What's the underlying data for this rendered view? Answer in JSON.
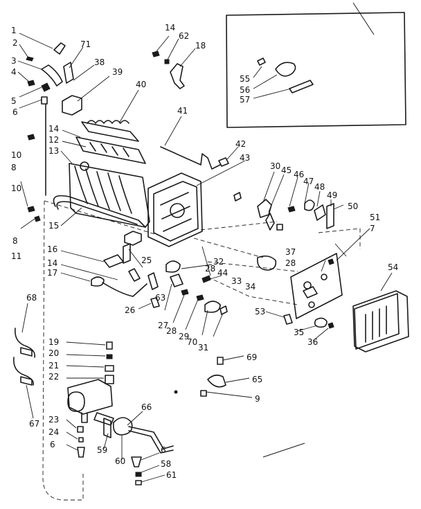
{
  "labels": [
    "1",
    "2",
    "3",
    "4",
    "5",
    "6",
    "71",
    "38",
    "39",
    "40",
    "41",
    "42",
    "14",
    "62",
    "18",
    "55",
    "56",
    "57",
    "10",
    "8",
    "12",
    "13",
    "43",
    "30",
    "45",
    "46",
    "47",
    "48",
    "49",
    "50",
    "51",
    "7",
    "10b",
    "8b",
    "15",
    "11",
    "16",
    "14b",
    "17",
    "25",
    "32",
    "28",
    "44",
    "33",
    "34",
    "37",
    "28b",
    "54",
    "53",
    "35",
    "36",
    "63",
    "26",
    "27",
    "28c",
    "29",
    "70",
    "31",
    "68",
    "67",
    "19",
    "20",
    "21",
    "22",
    "23",
    "24",
    "6b",
    "66",
    "59",
    "60",
    "6c",
    "58",
    "61",
    "69",
    "65",
    "9"
  ],
  "label_text": {
    "1": "1",
    "2": "2",
    "3": "3",
    "4": "4",
    "5": "5",
    "6": "6",
    "71": "71",
    "38": "38",
    "39": "39",
    "40": "40",
    "41": "41",
    "42": "42",
    "14": "14",
    "62": "62",
    "18": "18",
    "55": "55",
    "56": "56",
    "57": "57",
    "10": "10",
    "8": "8",
    "12": "12",
    "13": "13",
    "43": "43",
    "30": "30",
    "45": "45",
    "46": "46",
    "47": "47",
    "48": "48",
    "49": "49",
    "50": "50",
    "51": "51",
    "7": "7",
    "10b": "10",
    "8b": "8",
    "15": "15",
    "11": "11",
    "16": "16",
    "14b": "14",
    "17": "17",
    "25": "25",
    "32": "32",
    "28": "28",
    "44": "44",
    "33": "33",
    "34": "34",
    "37": "37",
    "28b": "28",
    "54": "54",
    "53": "53",
    "35": "35",
    "36": "36",
    "63": "63",
    "26": "26",
    "27": "27",
    "28c": "28",
    "29": "29",
    "70": "70",
    "31": "31",
    "68": "68",
    "67": "67",
    "19": "19",
    "20": "20",
    "21": "21",
    "22": "22",
    "23": "23",
    "24": "24",
    "6b": "6",
    "66": "66",
    "59": "59",
    "60": "60",
    "6c": "6",
    "58": "58",
    "61": "61",
    "69": "69",
    "65": "65",
    "9": "9"
  }
}
